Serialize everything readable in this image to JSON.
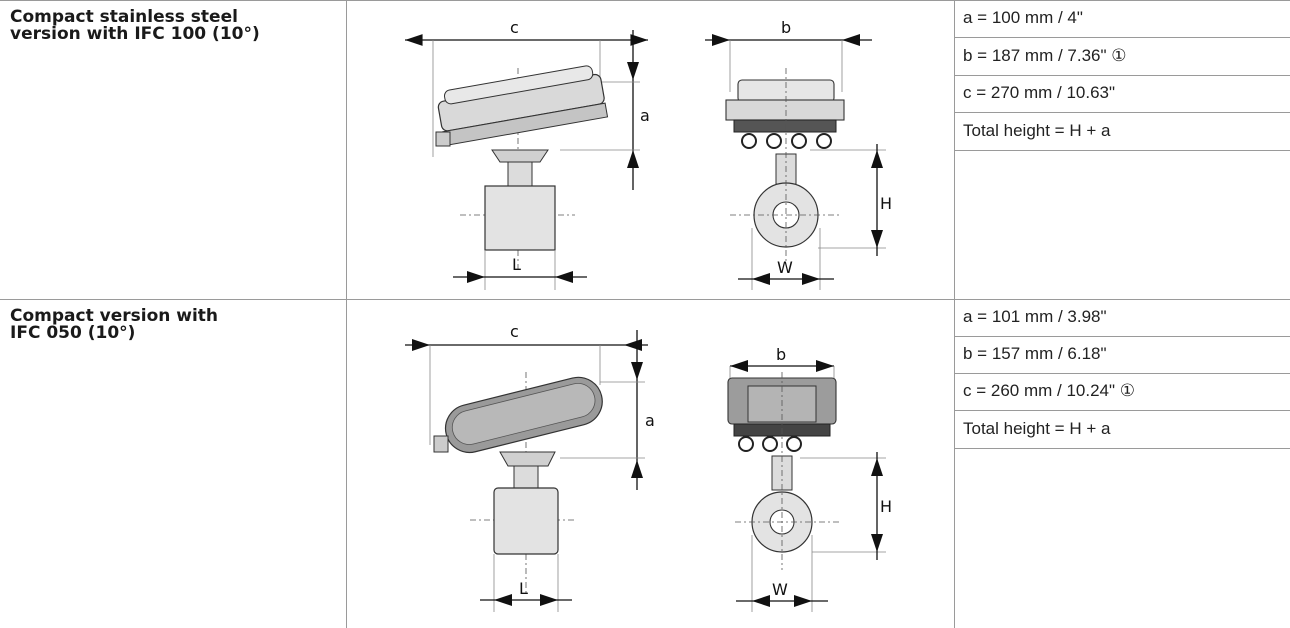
{
  "rows": [
    {
      "title_line1": "Compact stainless steel",
      "title_line2": "version with IFC 100 (10°)",
      "dims": {
        "c": "c",
        "a": "a",
        "b": "b",
        "H": "H",
        "L": "L",
        "W": "W"
      },
      "specs": [
        "a =  100 mm / 4\"",
        "b = 187 mm / 7.36\" ①",
        "c = 270 mm / 10.63\"",
        "Total height = H + a"
      ]
    },
    {
      "title_line1": "Compact version with",
      "title_line2": "IFC 050 (10°)",
      "dims": {
        "c": "c",
        "a": "a",
        "b": "b",
        "H": "H",
        "L": "L",
        "W": "W"
      },
      "specs": [
        "a = 101 mm / 3.98\"",
        "b = 157 mm / 6.18\"",
        "c = 260 mm / 10.24\" ①",
        "Total height = H + a"
      ]
    }
  ]
}
